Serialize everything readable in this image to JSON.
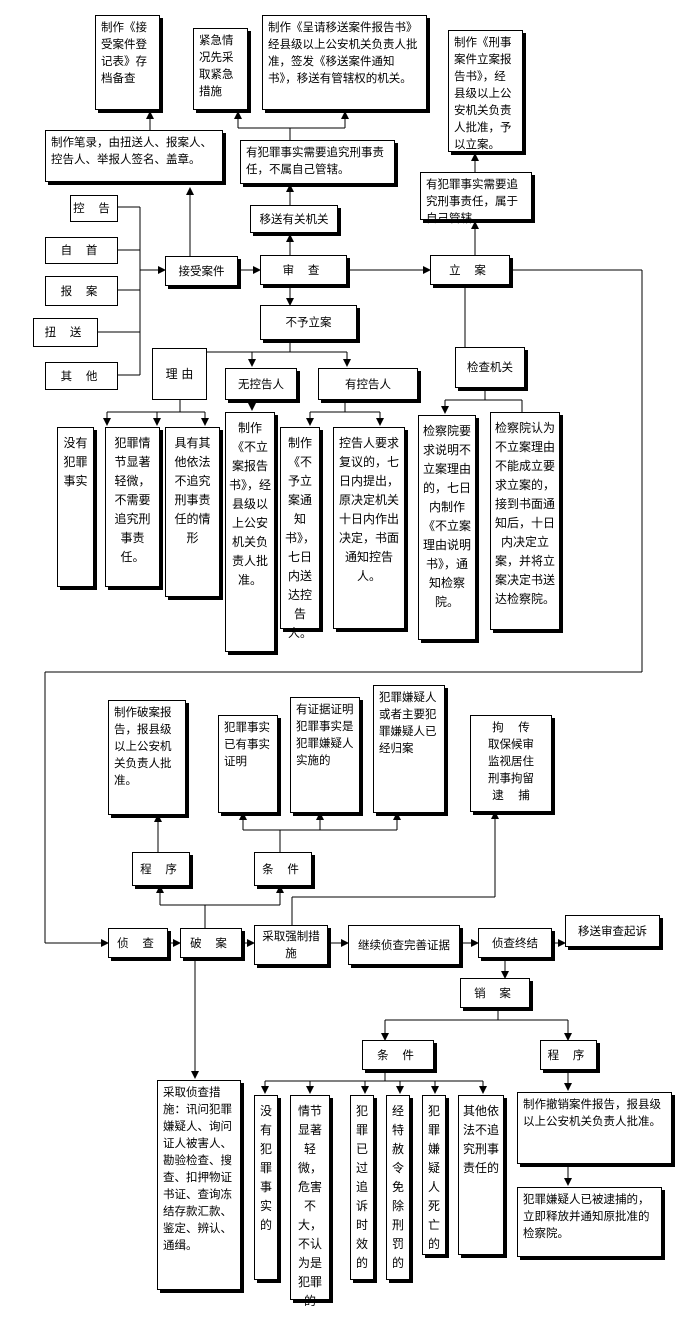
{
  "nodes": {
    "zhikong": "控  告",
    "zishou": "自  首",
    "baoan": "报  案",
    "niusong": "扭  送",
    "qita": "其  他",
    "bilu": "制作笔录，由扭送人、报案人、控告人、举报人签名、盖章。",
    "jieshou_dengji": "制作《接受案件登记表》存档备查",
    "jinji": "紧急情况先采取紧急措施",
    "chengqing_yisong": "制作《呈请移送案件报告书》经县级以上公安机关负责人批准，签发《移送案件通知书》，移送有管辖权的机关。",
    "xingshi_lian_baogao": "制作《刑事案件立案报告书》，经县级以上公安机关负责人批准，予以立案。",
    "you_zuixing_bushu": "有犯罪事实需要追究刑事责任，不属自己管辖。",
    "yisong_youguan": "移送有关机关",
    "you_zuixing_shuyu": "有犯罪事实需要追究刑事责任，属于自己管辖。",
    "jieshou_anjian": "接受案件",
    "shencha": "审  查",
    "lian": "立  案",
    "buyu_lian": "不予立案",
    "liyou": "理 由",
    "wu_konggaoren": "无控告人",
    "you_konggaoren": "有控告人",
    "jiancha_jiguan": "检查机关",
    "meiyou_fanzui": "没有犯罪事实",
    "fanzui_qingjie": "犯罪情节显著轻微，不需要追究刑事责任。",
    "juyou_qita": "具有其他依法不追究刑事责任的情形",
    "buli_baogao": "制作《不立案报告书》，经县级以上公安机关负责人批准。",
    "buli_tongzhi": "制作《不予立案通知书》，七日内送达控告人。",
    "konggaoren_fuyi": "控告人要求复议的，七日内提出，原决定机关十日内作出决定，书面通知控告人。",
    "jianchayuan_yaoqiu": "检察院要求说明不立案理由的，七日内制作《不立案理由说明书》，通知检察院。",
    "jianchayuan_renwei": "检察院认为不立案理由不能成立要求立案的，接到书面通知后，十日内决定立案，并将立案决定书送达检察院。",
    "poan_baogao": "制作破案报告，报县级以上公安机关负责人批准。",
    "zhengju_zhengming": "犯罪事实已有事实证明",
    "youzhengju_shishi": "有证据证明犯罪事实是犯罪嫌疑人实施的",
    "xianyiren_guian": "犯罪嫌疑人或者主要犯罪嫌疑人已经归案",
    "qiangzhi_cuoshi_list": "拘    传\n取保候审\n监视居住\n刑事拘留\n逮    捕",
    "chengxu1": "程  序",
    "tiaojian1": "条  件",
    "zhencha": "侦  查",
    "poan": "破  案",
    "caiqu_qiangzhi": "采取强制措施",
    "jixu_zhencha": "继续侦查完善证据",
    "zhencha_zhongjie": "侦查终结",
    "yisong_qisu": "移送审查起诉",
    "xiaoan": "销  案",
    "tiaojian2": "条  件",
    "chengxu2": "程  序",
    "zhencha_cuoshi": "采取侦查措施：讯问犯罪嫌疑人、询问证人被害人、勘验检查、搜查、扣押物证书证、查询冻结存款汇款、鉴定、辨认、通缉。",
    "xa_meiyou": "没有犯罪事实的",
    "xa_qingjie": "情节显著轻微，危害不大，不认为是犯罪的",
    "xa_zhuisu": "犯罪已过追诉时效的",
    "xa_teshe": "经特赦令免除刑罚的",
    "xa_siwang": "犯罪嫌疑人死亡的",
    "xa_qita": "其他依法不追究刑事责任的",
    "xiaoan_baogao": "制作撤销案件报告，报县级以上公安机关负责人批准。",
    "shifang": "犯罪嫌疑人已被逮捕的，立即释放并通知原批准的检察院。"
  }
}
